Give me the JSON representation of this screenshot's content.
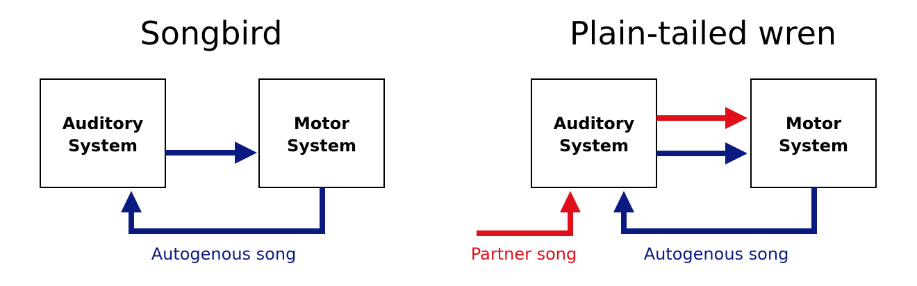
{
  "colors": {
    "blue": "#0a1a80",
    "red": "#e0101a",
    "box_border": "#000000"
  },
  "panels": [
    {
      "title": "Songbird",
      "auditory_box": {
        "line1": "Auditory",
        "line2": "System"
      },
      "motor_box": {
        "line1": "Motor",
        "line2": "System"
      },
      "feedback_label": "Autogenous song"
    },
    {
      "title": "Plain-tailed wren",
      "auditory_box": {
        "line1": "Auditory",
        "line2": "System"
      },
      "motor_box": {
        "line1": "Motor",
        "line2": "System"
      },
      "input_label": "Partner song",
      "feedback_label": "Autogenous song"
    }
  ]
}
